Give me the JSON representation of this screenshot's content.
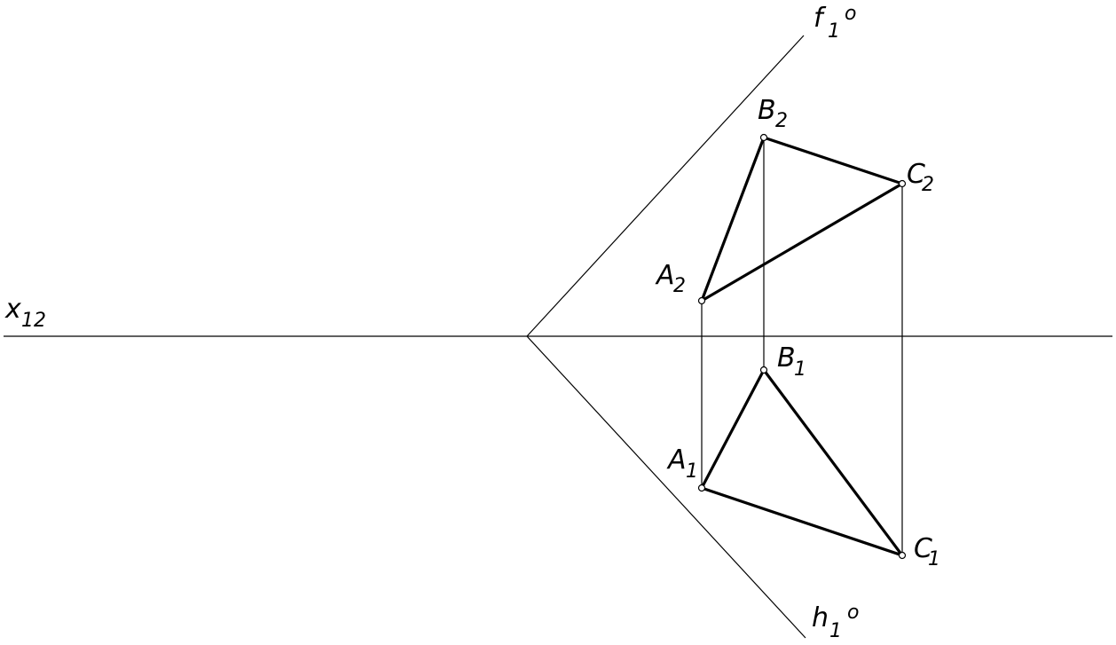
{
  "labels": {
    "axis": {
      "main": "x",
      "sub": "12"
    },
    "f": {
      "main": "f",
      "sub": "1",
      "sup": "o"
    },
    "h": {
      "main": "h",
      "sub": "1",
      "sup": "o"
    },
    "A2": {
      "main": "A",
      "sub": "2"
    },
    "B2": {
      "main": "B",
      "sub": "2"
    },
    "C2": {
      "main": "C",
      "sub": "2"
    },
    "A1": {
      "main": "A",
      "sub": "1"
    },
    "B1": {
      "main": "B",
      "sub": "1"
    },
    "C1": {
      "main": "C",
      "sub": "1"
    }
  },
  "colors": {
    "line": "#000000",
    "background": "#ffffff"
  }
}
